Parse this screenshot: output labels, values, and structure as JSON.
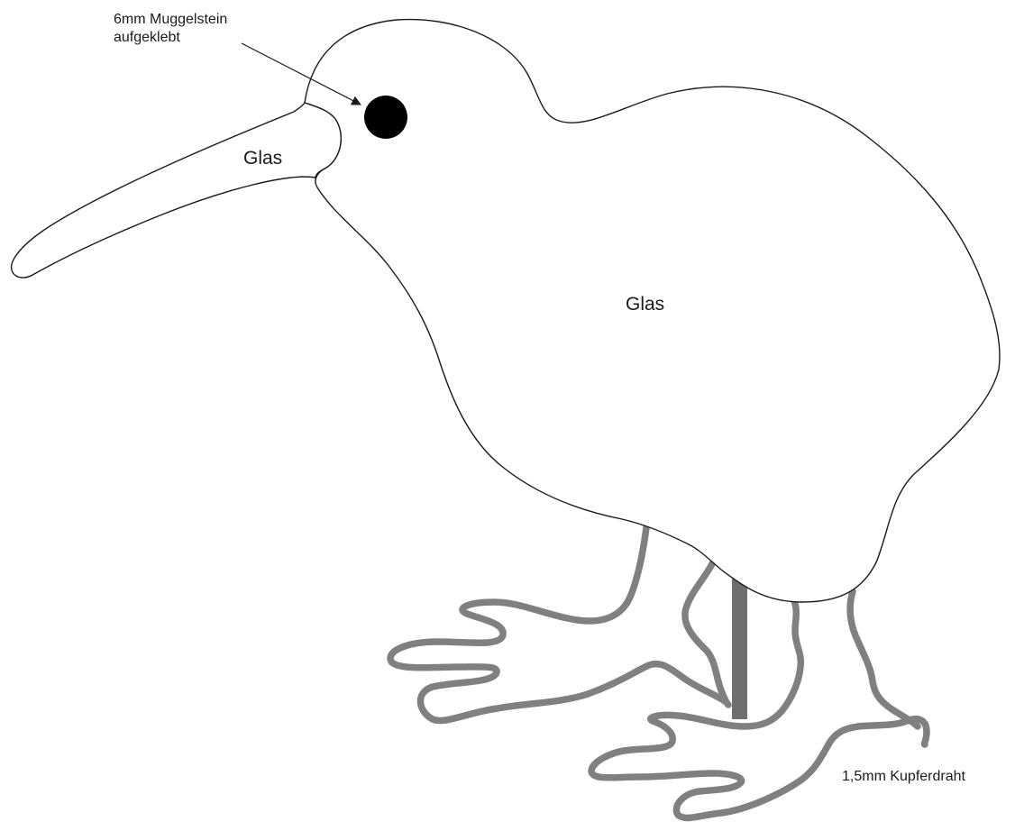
{
  "labels": {
    "gem_line1": "6mm Muggelstein",
    "gem_line2": "aufgeklebt",
    "beak_material": "Glas",
    "body_material": "Glas",
    "wire_note": "1,5mm Kupferdraht"
  },
  "colors": {
    "outline": "#1a1a1a",
    "wire": "#808080",
    "support_rod": "#6e6e6e",
    "eye": "#000000",
    "glass_fill": "#ffffff"
  }
}
